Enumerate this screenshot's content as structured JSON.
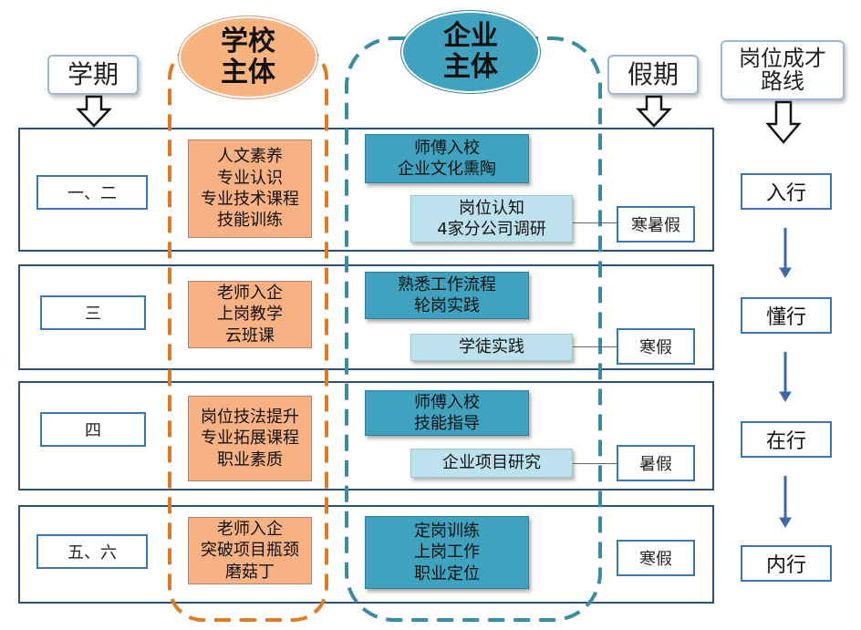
{
  "headers": {
    "semester": "学期",
    "school": "学校\n主体",
    "enterprise": "企业\n主体",
    "vacation": "假期",
    "career": "岗位成才\n路线"
  },
  "rows": [
    {
      "semester": "一、二",
      "school": "人文素养\n专业认识\n专业技术课程\n技能训练",
      "enterprise_main": "师傅入校\n企业文化熏陶",
      "enterprise_sub": "岗位认知\n4家分公司调研",
      "vacation": "寒暑假"
    },
    {
      "semester": "三",
      "school": "老师入企\n上岗教学\n云班课",
      "enterprise_main": "熟悉工作流程\n轮岗实践",
      "enterprise_sub": "学徒实践",
      "vacation": "寒假"
    },
    {
      "semester": "四",
      "school": "岗位技法提升\n专业拓展课程\n职业素质",
      "enterprise_main": "师傅入校\n技能指导",
      "enterprise_sub": "企业项目研究",
      "vacation": "暑假"
    },
    {
      "semester": "五、六",
      "school": "老师入企\n突破项目瓶颈\n磨菇丁",
      "enterprise_main": "定岗训练\n上岗工作\n职业定位",
      "enterprise_sub": "",
      "vacation": "寒假"
    }
  ],
  "career_path": [
    "入行",
    "懂行",
    "在行",
    "内行"
  ],
  "colors": {
    "school_fill": "#f7b183",
    "school_dash": "#e07b25",
    "enterprise_fill": "#3fa2be",
    "enterprise_sub_fill": "#bde2ee",
    "enterprise_dash": "#3a8ca3",
    "panel_border": "#2f4f78",
    "box_border": "#3a78b5",
    "oval_school": "#f8b37f",
    "oval_enterprise": "#3fa2be"
  }
}
